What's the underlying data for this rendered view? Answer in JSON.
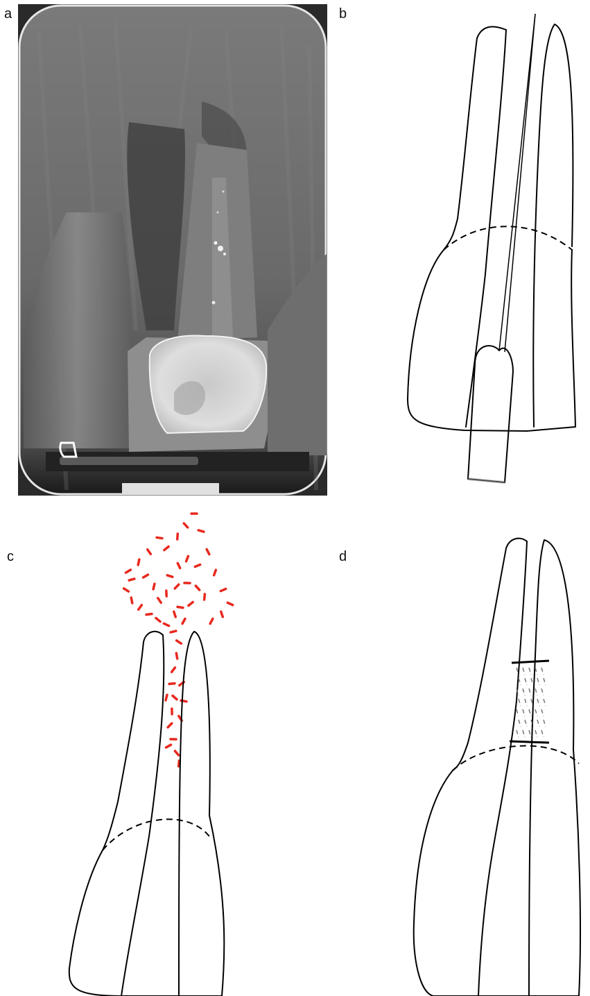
{
  "figure": {
    "panels": [
      {
        "id": "a",
        "label": "a",
        "content": "radiograph"
      },
      {
        "id": "b",
        "label": "b",
        "content": "tooth-with-instrument"
      },
      {
        "id": "c",
        "label": "c",
        "content": "tooth-with-periapical-lesion"
      },
      {
        "id": "d",
        "label": "d",
        "content": "tooth-with-root-filling-plug"
      }
    ]
  },
  "colors": {
    "outline": "#000000",
    "lesion": "#e8281e",
    "radiograph_background": "#6b6b6b",
    "crown_radiopaque": "#d9d9d9"
  }
}
